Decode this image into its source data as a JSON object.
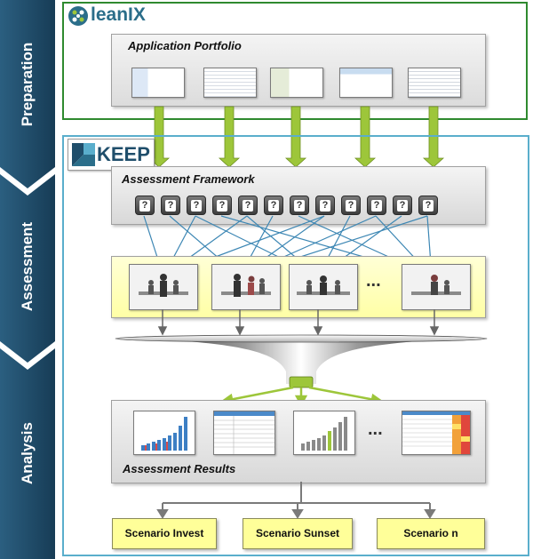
{
  "phases": [
    "Preparation",
    "Assessment",
    "Analysis"
  ],
  "logos": {
    "leanix": {
      "text": "leanIX",
      "icon": "leanix-logo-icon"
    },
    "keep": {
      "text": "KEEP",
      "icon": "keep-logo-icon"
    }
  },
  "application_portfolio": {
    "title": "Application Portfolio",
    "thumbnail_count": 5
  },
  "assessment_framework": {
    "title": "Assessment Framework",
    "question_glyph": "?",
    "question_count": 12
  },
  "assessment_row": {
    "ellipsis": "...",
    "photo_icons": [
      "meeting-photo-icon",
      "meeting-photo-icon",
      "meeting-photo-icon",
      "meeting-photo-icon"
    ]
  },
  "assessment_results": {
    "title": "Assessment Results",
    "ellipsis": "..."
  },
  "scenarios": [
    "Scenario Invest",
    "Scenario Sunset",
    "Scenario n"
  ],
  "colors": {
    "phase_arrow": "#1f4e6b",
    "leanix_border": "#2f8a2f",
    "keep_border": "#5aaecc",
    "green_arrow": "#9dc63a",
    "connector": "#3d87b4",
    "scenario_fill": "#ffff99",
    "assessment_row_fill": "#ffffc0"
  }
}
